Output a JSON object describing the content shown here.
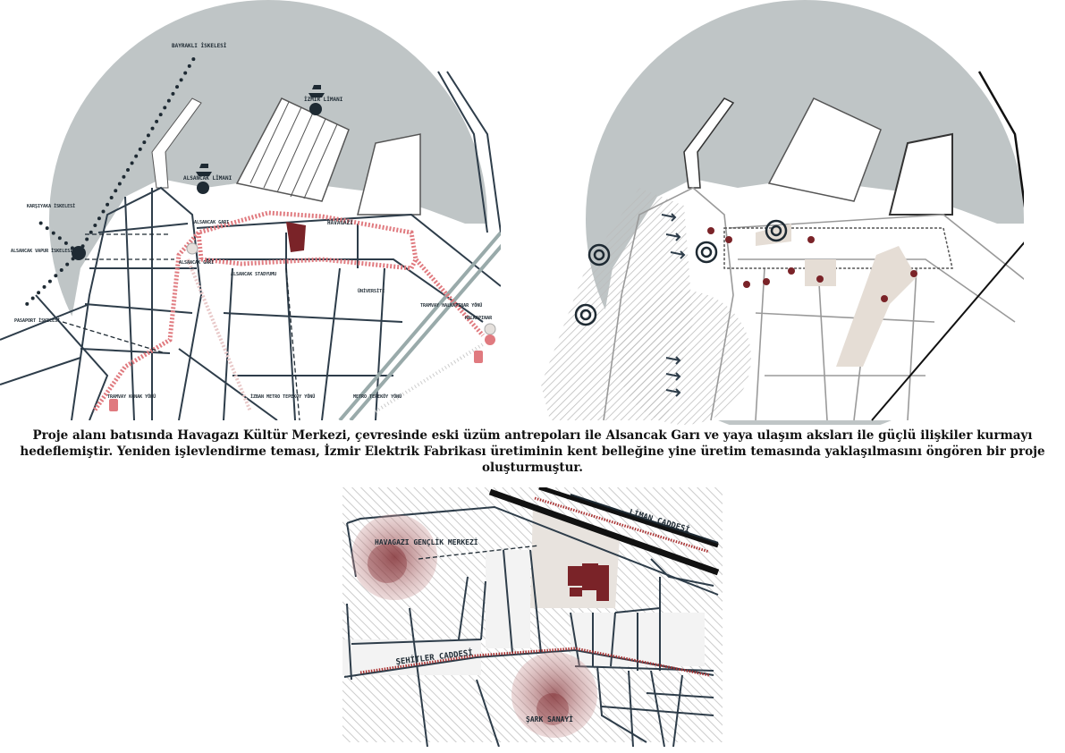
{
  "map_left": {
    "labels": {
      "bayrakli": "BAYRAKLI İSKELESİ",
      "izmir_limani": "İZMİR LİMANI",
      "alsancak_limani": "ALSANCAK LİMANI",
      "karsiyaka": "KARŞIYAKA İSKELESİ",
      "alsancak_vapur": "ALSANCAK VAPUR İSKELESİ",
      "pasaport": "PASAPORT İSKELESİ",
      "alsancak_gari_1": "ALSANCAK GARI",
      "alsancak_gari_2": "ALSANCAK GARI",
      "havagazi": "HAVAGAZI",
      "stadyum": "ALSANCAK STADYUMU",
      "universite": "ÜNİVERSİTE",
      "halkapinar_tram": "TRAMVAY HALKAPINAR YÖNÜ",
      "halkapinar": "HALKAPINAR",
      "konak": "TRAMVAY KONAK YÖNÜ",
      "tepekoy_izban": "İZBAN METRO TEPEKÖY YÖNÜ",
      "tepekoy_metro": "METRO TEPEKÖY YÖNÜ"
    }
  },
  "caption": "Proje alanı batısında Havagazı Kültür Merkezi, çevresinde eski üzüm antrepoları ile Alsancak Garı ve yaya ulaşım aksları ile güçlü ilişkiler kurmayı hedeflemiştir. Yeniden işlevlendirme teması, İzmir Elektrik Fabrikası üretiminin kent belleğine yine üretim temasında yaklaşılmasını öngören bir proje oluşturmuştur.",
  "map_bottom": {
    "labels": {
      "liman": "LİMAN CADDESİ",
      "havagazi": "HAVAGAZI GENÇLİK MERKEZİ",
      "sehitler": "ŞEHİTLER CADDESİ",
      "sark": "ŞARK SANAYİ"
    }
  },
  "colors": {
    "sea": "#bfc5c6",
    "street": "#2e3d4a",
    "accent": "#7a2328",
    "route": "#e07a7f"
  }
}
